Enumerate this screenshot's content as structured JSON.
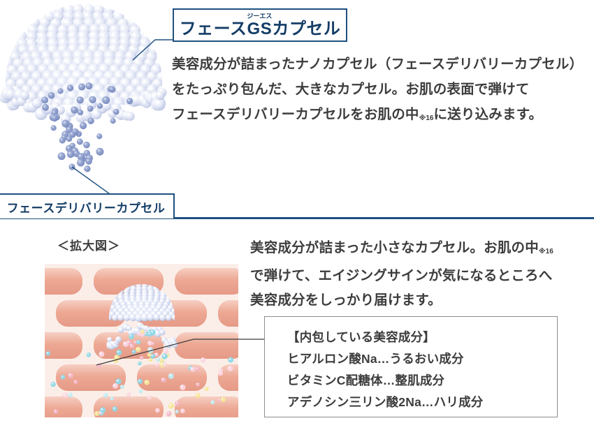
{
  "title_box": {
    "prefix": "フェース",
    "ruby": "ジーエス",
    "ruby_base": "GS",
    "suffix": "カプセル",
    "full_text": "フェースGSカプセル"
  },
  "top_copy": {
    "line1": "美容成分が詰まったナノカプセル（フェースデリバリーカプセル）",
    "line2": "をたっぷり包んだ、大きなカプセル。お肌の表面で弾けて",
    "line3_a": "フェースデリバリーカプセルをお肌の中",
    "line3_note": "※16",
    "line3_b": "に送り込みます。"
  },
  "delivery_label": {
    "text": "フェースデリバリーカプセル"
  },
  "zoom_label": {
    "text": "＜拡大図＞"
  },
  "mid_copy": {
    "line1_a": "美容成分が詰まった小さなカプセル。お肌の中",
    "line1_note": "※16",
    "line2": "で弾けて、エイジングサインが気になるところへ",
    "line3": "美容成分をしっかり届けます。"
  },
  "ingredient_box": {
    "heading": "【内包している美容成分】",
    "items": [
      "ヒアルロン酸Na…うるおい成分",
      "ビタミンC配糖体…整肌成分",
      "アデノシン三リン酸2Na…ハリ成分"
    ]
  },
  "colors": {
    "navy": "#1e5180",
    "navy_text": "#143d66",
    "body_text": "#3c3c3c",
    "box_border_gray": "#8c8c8c",
    "capsule_sphere": "#d8dcee",
    "capsule_sphere_highlight": "#f2f5fc",
    "delivery_dot": "#8396c8",
    "skin_background": "#fbeee8",
    "skin_cell": "#eda894",
    "particle_cyan": "#8fd8e8",
    "particle_yellow": "#f5e69a",
    "particle_pink": "#f3b8c8"
  },
  "illustrations": {
    "big_capsule": "large dome of pale-blue spheres releasing small blue delivery capsules",
    "skin_cross_section": "pink skin cells with capsule bursting and colored beauty ingredient particles"
  }
}
